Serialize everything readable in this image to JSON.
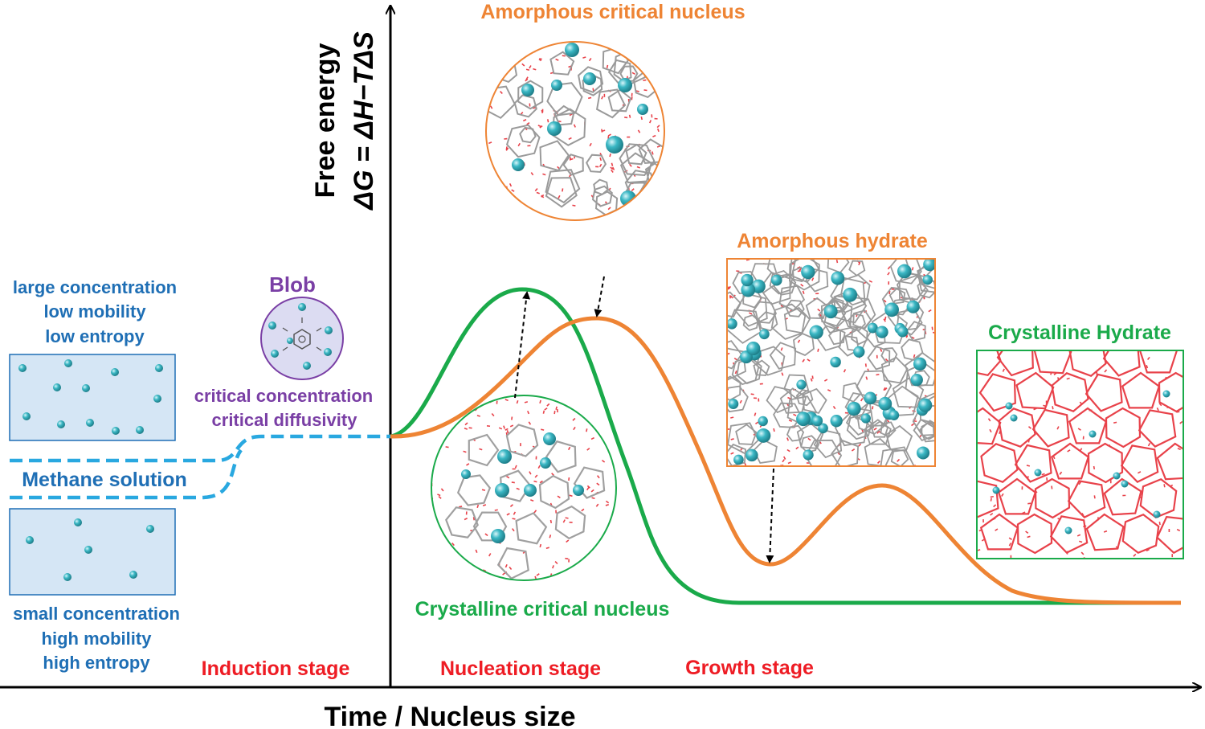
{
  "axes": {
    "y_label_line1": "Free energy",
    "y_label_line2": "ΔG = ΔH−TΔS",
    "x_label": "Time / Nucleus size"
  },
  "stages": {
    "induction": "Induction stage",
    "nucleation": "Nucleation stage",
    "growth": "Growth stage"
  },
  "left_panel": {
    "top_lines": [
      "large concentration",
      "low mobility",
      "low entropy"
    ],
    "bottom_lines": [
      "small concentration",
      "high mobility",
      "high entropy"
    ],
    "solution_label": "Methane solution"
  },
  "blob": {
    "title": "Blob",
    "lines": [
      "critical concentration",
      "critical diffusivity"
    ]
  },
  "structures": {
    "amorphous_critical_nucleus": "Amorphous critical nucleus",
    "amorphous_hydrate": "Amorphous hydrate",
    "crystalline_hydrate": "Crystalline Hydrate",
    "crystalline_critical_nucleus": "Crystalline critical nucleus"
  },
  "colors": {
    "axis": "#000000",
    "crystalline": "#1aaa4a",
    "amorphous": "#ee8434",
    "solution_curve": "#29a8e0",
    "stage_text": "#ee1c24",
    "left_text": "#1f6fb5",
    "blob_text": "#7a3fa5",
    "methane": "#3ab7c4",
    "box_fill": "#d5e6f5",
    "water_red": "#e8424a",
    "bond_gray": "#9a9a9a"
  }
}
